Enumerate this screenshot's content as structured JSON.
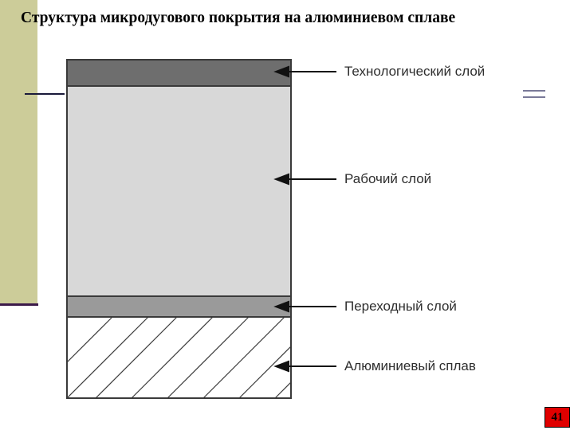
{
  "slide": {
    "title": "Структура микродугового покрытия на алюминиевом сплаве",
    "page_number": "41"
  },
  "layers": [
    {
      "label": "Технологический слой",
      "fill": "#6e6e6e"
    },
    {
      "label": "Рабочий слой",
      "fill": "#d8d8d8"
    },
    {
      "label": "Переходный слой",
      "fill": "#9a9a9a"
    },
    {
      "label": "Алюминиевый сплав",
      "fill": "#ffffff",
      "pattern": "diagonal-hatch"
    }
  ],
  "colors": {
    "side_band": "#cccc99",
    "page_badge": "#e00000"
  }
}
